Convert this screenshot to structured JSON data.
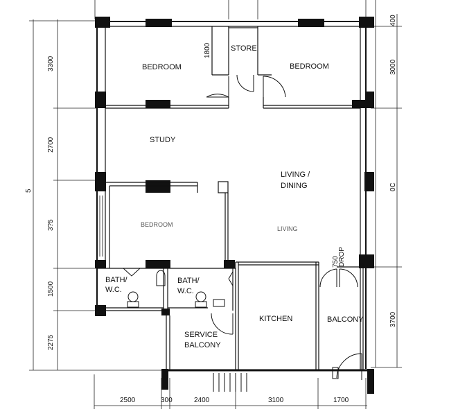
{
  "rooms": {
    "bedroom_left": "BEDROOM",
    "store": "STORE",
    "bedroom_right": "BEDROOM",
    "study": "STUDY",
    "living_line1": "LIVING /",
    "living_line2": "DINING",
    "bath1_line1": "BATH/",
    "bath1_line2": "W.C.",
    "bath2_line1": "BATH/",
    "bath2_line2": "W.C.",
    "service_line1": "SERVICE",
    "service_line2": "BALCONY",
    "kitchen": "KITCHEN",
    "balcony": "BALCONY"
  },
  "dimensions": {
    "left": [
      "3300",
      "2700",
      "3?5",
      "1500",
      "2275"
    ],
    "left_overall": "5",
    "right": [
      "400",
      "3000",
      "0C",
      "3700"
    ],
    "bottom": [
      "2500",
      "300",
      "2400",
      "3100",
      "1700"
    ],
    "store_depth": "1800",
    "door_side": "750",
    "door_drop": "DROP"
  },
  "smudged_text": {
    "left_room": "BEDROOM",
    "living_lower": "LIVING"
  },
  "colors": {
    "wall": "#111111",
    "line": "#1a1a1a",
    "background": "#ffffff"
  }
}
